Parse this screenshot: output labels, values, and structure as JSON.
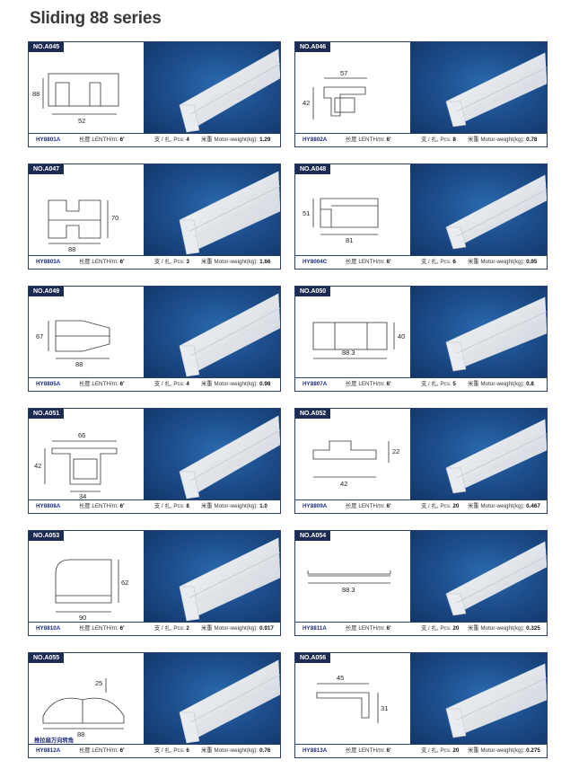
{
  "page_title": "Sliding 88 series",
  "labels": {
    "length": "长度 LENTH/m:",
    "pcs": "支 / 扎, Pcs:",
    "weight": "米重 Motor-weight(kg):"
  },
  "products": [
    {
      "no": "NO.A045",
      "model": "HY8801A",
      "length": "6'",
      "pcs": "4",
      "weight": "1.29",
      "dims": [
        "52",
        "88"
      ]
    },
    {
      "no": "NO.A046",
      "model": "HY8802A",
      "length": "6'",
      "pcs": "8",
      "weight": "0.78",
      "dims": [
        "57",
        "42"
      ]
    },
    {
      "no": "NO.A047",
      "model": "HY8803A",
      "length": "6'",
      "pcs": "3",
      "weight": "1.66",
      "dims": [
        "70",
        "88"
      ]
    },
    {
      "no": "NO.A048",
      "model": "HY8004C",
      "length": "6'",
      "pcs": "6",
      "weight": "0.95",
      "dims": [
        "51",
        "81"
      ]
    },
    {
      "no": "NO.A049",
      "model": "HY8805A",
      "length": "6'",
      "pcs": "4",
      "weight": "0.98",
      "dims": [
        "67",
        "88"
      ]
    },
    {
      "no": "NO.A050",
      "model": "HY8807A",
      "length": "6'",
      "pcs": "5",
      "weight": "0.8",
      "dims": [
        "40",
        "88.3"
      ]
    },
    {
      "no": "NO.A051",
      "model": "HY8808A",
      "length": "6'",
      "pcs": "8",
      "weight": "1.0",
      "dims": [
        "66",
        "42",
        "34"
      ]
    },
    {
      "no": "NO.A052",
      "model": "HY8809A",
      "length": "6'",
      "pcs": "20",
      "weight": "0.467",
      "dims": [
        "22",
        "42"
      ]
    },
    {
      "no": "NO.A053",
      "model": "HY8810A",
      "length": "6'",
      "pcs": "2",
      "weight": "0.917",
      "dims": [
        "62",
        "90"
      ]
    },
    {
      "no": "NO.A054",
      "model": "HY8811A",
      "length": "6'",
      "pcs": "20",
      "weight": "0.325",
      "dims": [
        "88.3"
      ]
    },
    {
      "no": "NO.A055",
      "model": "HY8812A",
      "subtitle": "推拉扇万向转角",
      "length": "6'",
      "pcs": "6",
      "weight": "0.76",
      "dims": [
        "88",
        "25"
      ]
    },
    {
      "no": "NO.A056",
      "model": "HY8813A",
      "length": "6'",
      "pcs": "20",
      "weight": "0.275",
      "dims": [
        "45",
        "31"
      ]
    }
  ]
}
